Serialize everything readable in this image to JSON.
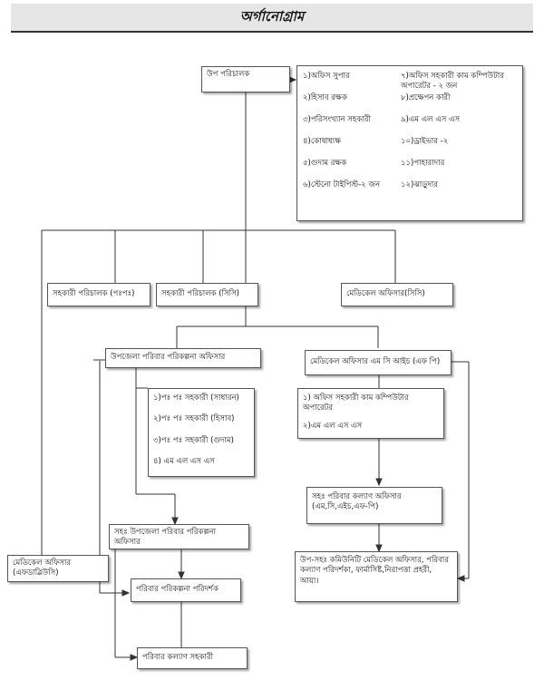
{
  "title": "অর্গানোগ্রাম",
  "nodes": {
    "up_director": "উপ পরিচালক",
    "staff_list": [
      [
        "১)অফিস সুপার",
        "৭)অফিস সহকারী কাম কম্পিউটার অপারেটর - ২ জন"
      ],
      [
        "২)হিসাব রক্ষক",
        "৮)প্রক্ষেপন কারী"
      ],
      [
        "৩)পরিসংখ্যান সহকারী",
        "৯)এম এল এস এস"
      ],
      [
        "৪)কোষাধ্যক্ষ",
        "১০)ড্রাইভার -২"
      ],
      [
        "৫)গুদাম রক্ষক",
        "১১)পাহারাদার"
      ],
      [
        "৬)স্টেনো টাইপিস্ট-২ জন",
        "১২)ঝাড়ুদার"
      ]
    ],
    "asst_director_pp": "সহকারী পরিচালক (পঃপঃ)",
    "asst_director_cc": "সহকারী পরিচালক (সিসি)",
    "medical_officer_cc": "মেডিকেল অফিসার(সিসি)",
    "upazila_fp_officer": "উপজেলা পরিবার পরিকল্পনা অফিসার",
    "upazila_staff": [
      "১)পঃ পঃ সহকারী (সাধারন)",
      "২)পঃ পঃ সহকারী (হিসাব)",
      "৩)পঃ পঃ সহকারী (গুদাম)",
      "৪) এম এল এস এস"
    ],
    "mo_mch_fp": "মেডিকেল অফিসার এম সি আইচ (এফ পি)",
    "mo_staff": [
      "১) অফিস সহকারী কাম কম্পিউটার অপারেটর",
      "২)এম এল এস এস"
    ],
    "asst_fw_officer": "সহঃ পরিবার কল্যাণ অফিসার (এম,সি,এইচ,এফ-পি)",
    "asst_upazila_fp_officer": "সহঃ উপজেলা পরিবার পরিকল্পনা অফিসার",
    "medical_officer_fwc": "মেডিকেল অফিসার (এফডাব্লিউসি)",
    "sub_asst_cmo": "উপ-সহঃ কমিউনিটি মেডিকেল অফিসার, পরিবার কল্যাণ পরিদর্শকা, ফার্মাসিষ্ট,নিরাপত্তা প্রহরী, আয়া।",
    "fp_inspector": "পরিবার পরিকল্পনা পরিদর্শক",
    "fw_assistant": "পরিবার কল্যাণ সহকারী"
  }
}
